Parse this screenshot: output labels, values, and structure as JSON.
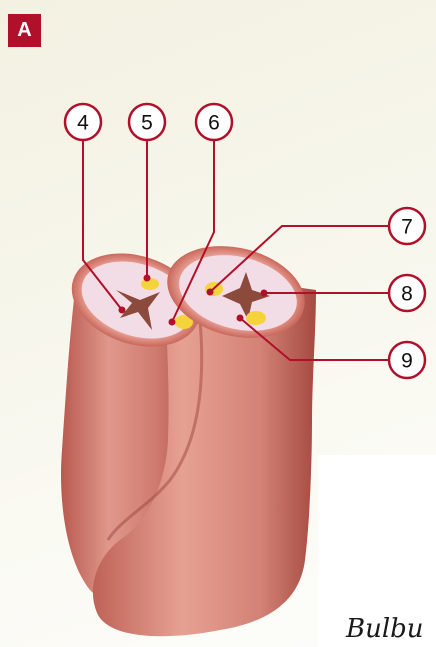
{
  "panel_label": "A",
  "caption": "Bulbu",
  "callouts": [
    "4",
    "5",
    "6",
    "7",
    "8",
    "9"
  ],
  "colors": {
    "accent_red": "#b0102a",
    "tissue": "#d9857a",
    "tissue_dark": "#b5574d",
    "cross_section": "#f2dce6",
    "lumen": "#8c4a3c",
    "gland": "#f4d43a"
  }
}
